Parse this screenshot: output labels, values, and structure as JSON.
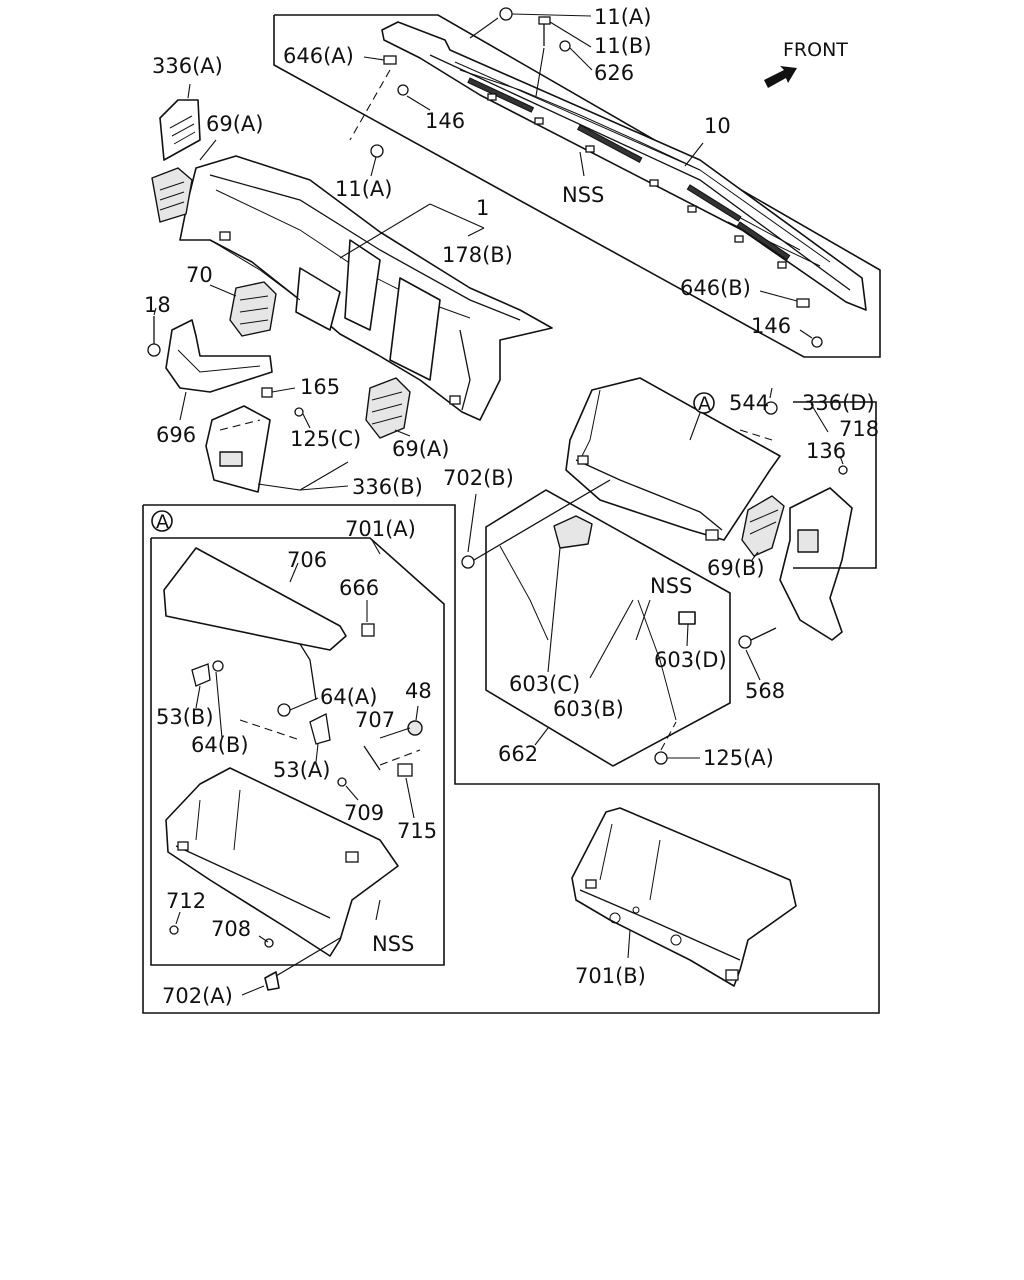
{
  "front_label": "FRONT",
  "callout_marker": "A",
  "labels": {
    "p11a_top": "11(A)",
    "p11b": "11(B)",
    "p626": "626",
    "p646a": "646(A)",
    "p336a": "336(A)",
    "p146_top": "146",
    "p69a_top": "69(A)",
    "p10": "10",
    "p11a_mid": "11(A)",
    "nss_top": "NSS",
    "p1": "1",
    "p178b": "178(B)",
    "p70": "70",
    "p646b": "646(B)",
    "p18": "18",
    "p146_right": "146",
    "p165": "165",
    "p125c": "125(C)",
    "p696": "696",
    "p69a_bot": "69(A)",
    "p336b": "336(B)",
    "p544": "544",
    "p336d": "336(D)",
    "p718": "718",
    "p136": "136",
    "p702b": "702(B)",
    "p69b": "69(B)",
    "p701a": "701(A)",
    "p706": "706",
    "p666": "666",
    "nss_mid": "NSS",
    "p603d": "603(D)",
    "p64a": "64(A)",
    "p48": "48",
    "p53b": "53(B)",
    "p64b": "64(B)",
    "p707": "707",
    "p53a": "53(A)",
    "p603c": "603(C)",
    "p603b": "603(B)",
    "p568": "568",
    "p662": "662",
    "p125a": "125(A)",
    "p709": "709",
    "p715": "715",
    "p712": "712",
    "p708": "708",
    "nss_bot": "NSS",
    "p702a": "702(A)",
    "p701b": "701(B)"
  }
}
